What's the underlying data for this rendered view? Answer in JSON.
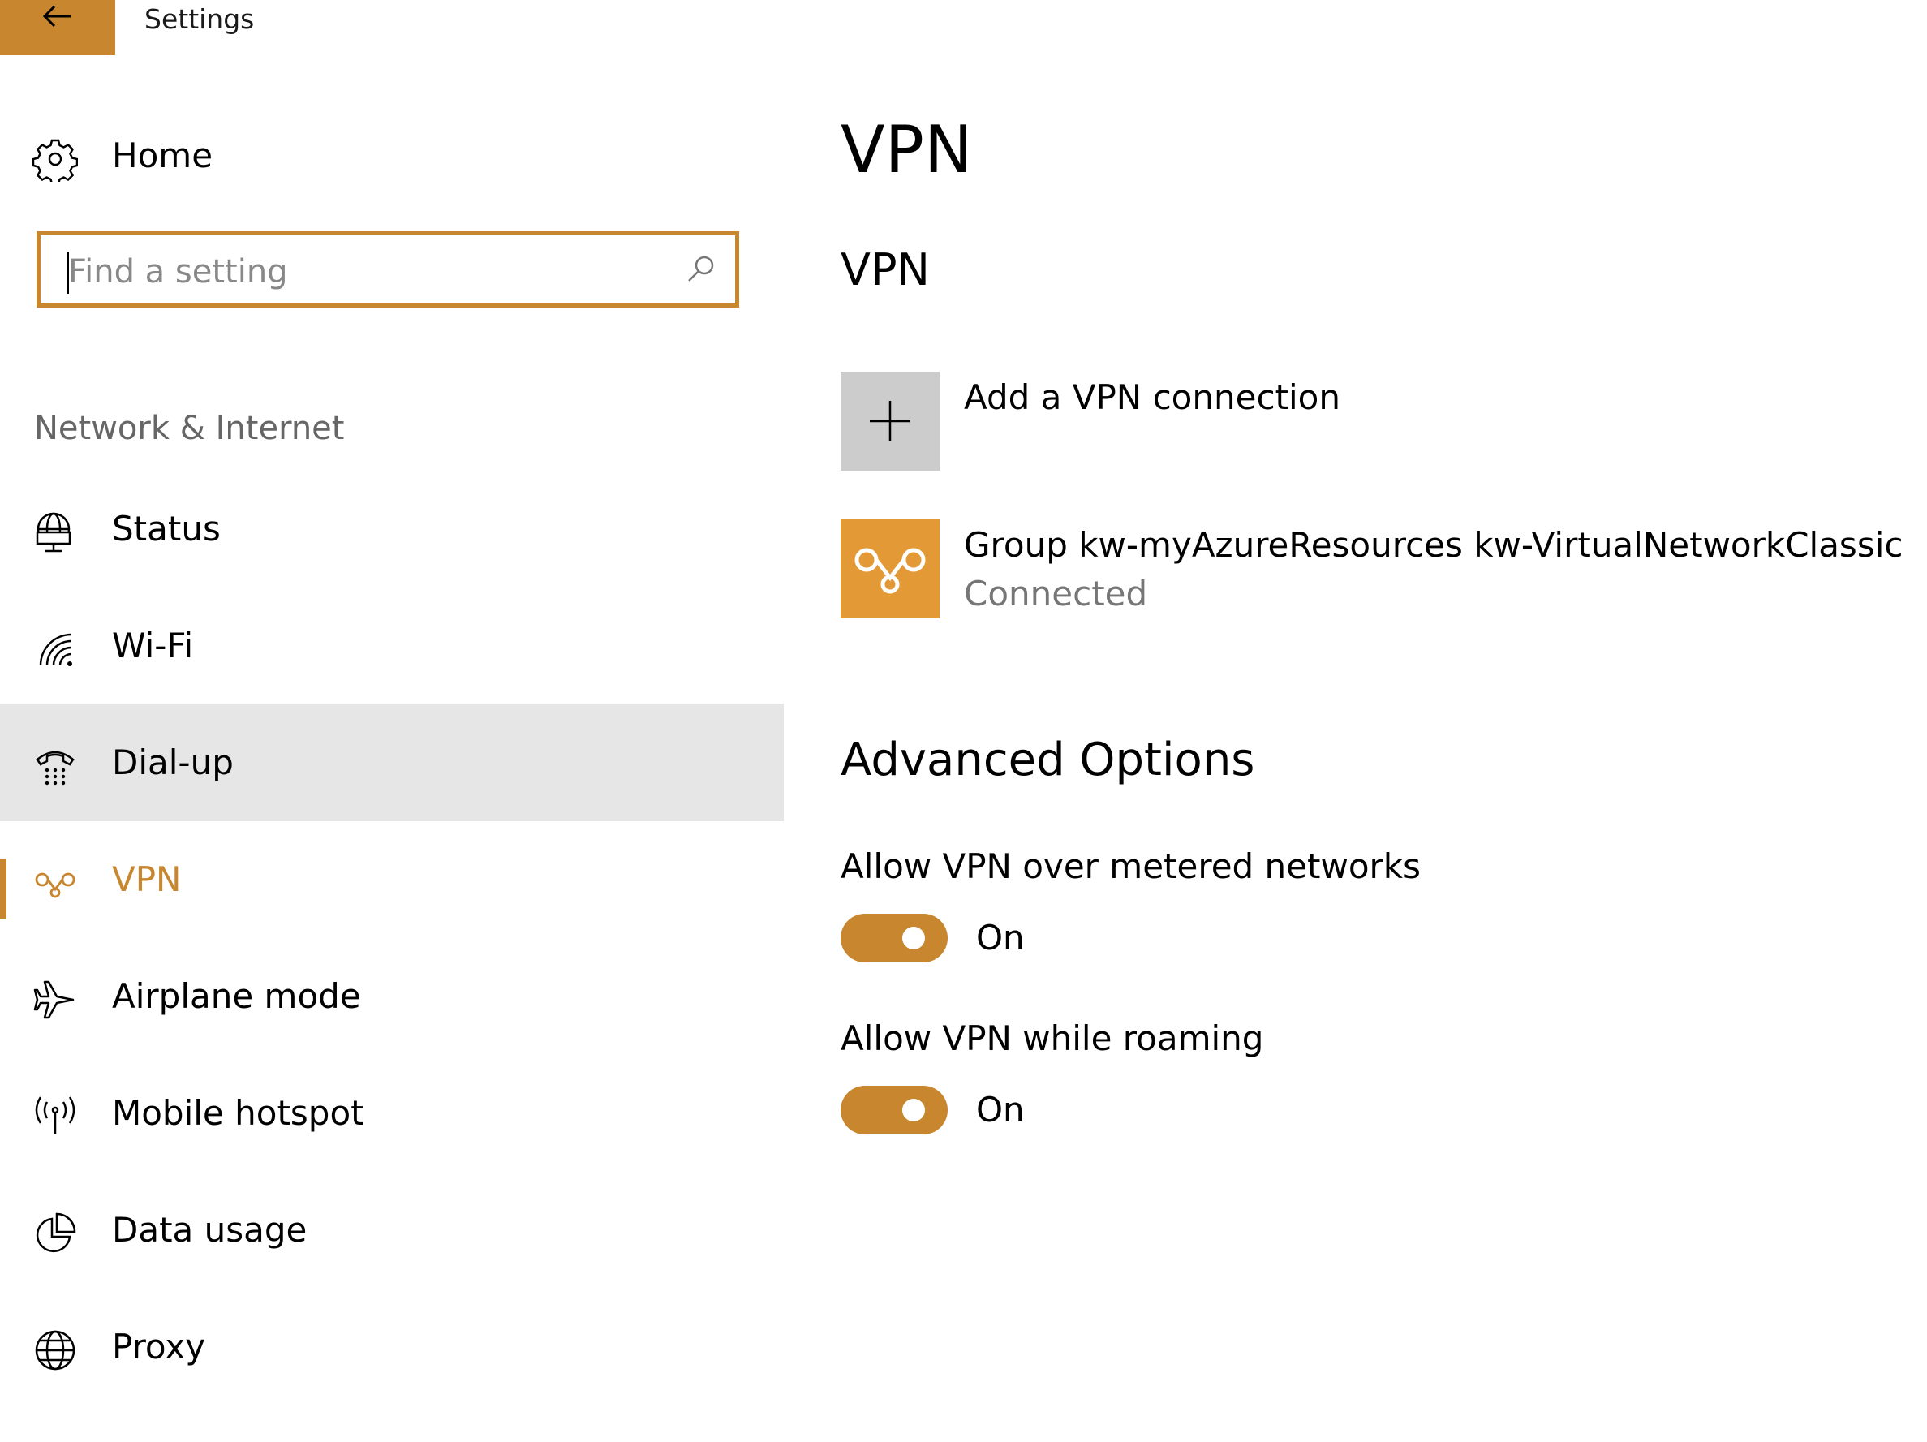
{
  "titlebar": {
    "app_title": "Settings",
    "back_icon": "back-arrow-icon",
    "accent": "#C8862E"
  },
  "sidebar": {
    "home": {
      "label": "Home",
      "icon": "gear-icon"
    },
    "search": {
      "placeholder": "Find a setting",
      "value": "",
      "icon": "search-icon"
    },
    "section_heading": "Network & Internet",
    "items": [
      {
        "label": "Status",
        "icon": "globe-monitor-icon",
        "selected": false,
        "active": false
      },
      {
        "label": "Wi-Fi",
        "icon": "wifi-icon",
        "selected": false,
        "active": false
      },
      {
        "label": "Dial-up",
        "icon": "dialup-phone-icon",
        "selected": true,
        "active": false
      },
      {
        "label": "VPN",
        "icon": "vpn-icon",
        "selected": false,
        "active": true
      },
      {
        "label": "Airplane mode",
        "icon": "airplane-icon",
        "selected": false,
        "active": false
      },
      {
        "label": "Mobile hotspot",
        "icon": "hotspot-icon",
        "selected": false,
        "active": false
      },
      {
        "label": "Data usage",
        "icon": "pie-chart-icon",
        "selected": false,
        "active": false
      },
      {
        "label": "Proxy",
        "icon": "globe-icon",
        "selected": false,
        "active": false
      }
    ]
  },
  "main": {
    "page_title": "VPN",
    "vpn_section_heading": "VPN",
    "add_connection": {
      "label": "Add a VPN connection",
      "icon": "plus-icon"
    },
    "connections": [
      {
        "name": "Group kw-myAzureResources kw-VirtualNetworkClassic",
        "status": "Connected",
        "icon": "vpn-icon"
      }
    ],
    "advanced_heading": "Advanced Options",
    "options": [
      {
        "label": "Allow VPN over metered networks",
        "toggle_state": "On",
        "on": true
      },
      {
        "label": "Allow VPN while roaming",
        "toggle_state": "On",
        "on": true
      }
    ]
  },
  "colors": {
    "accent": "#C8862E",
    "vpn_tile": "#E39A36",
    "add_tile": "#CCCCCC",
    "selected_bg": "#E6E6E6",
    "muted_text": "#767676"
  }
}
